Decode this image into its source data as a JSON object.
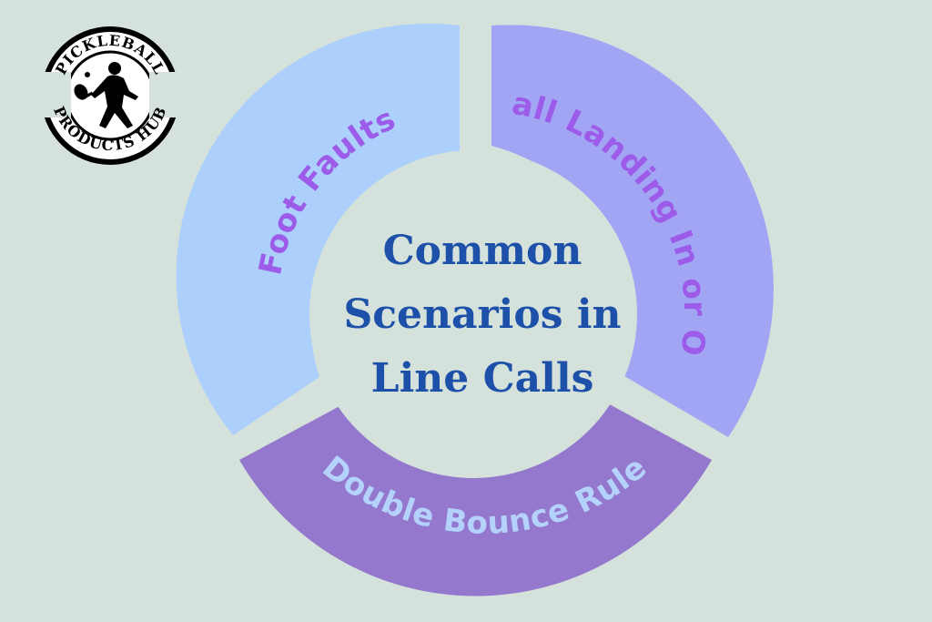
{
  "center_title": {
    "line1": "Common",
    "line2": "Scenarios in",
    "line3": "Line Calls"
  },
  "segments": [
    {
      "label": "Foot Faults",
      "fill": "#acd0fb",
      "text_color": "#9c5be8"
    },
    {
      "label": "Ball Landing In or Out",
      "fill": "#a2a5f4",
      "text_color": "#9c5be8"
    },
    {
      "label": "Double Bounce Rule",
      "fill": "#9478cd",
      "text_color": "#b4d2fb"
    }
  ],
  "logo": {
    "top_text": "PICKLEBALL",
    "bottom_text": "PRODUCTS HUB"
  },
  "colors": {
    "background": "#d5e1db",
    "center_circle": "#d5e1db",
    "title": "#1d50a8",
    "logo_ink": "#000000",
    "logo_ring": "#ffffff"
  }
}
